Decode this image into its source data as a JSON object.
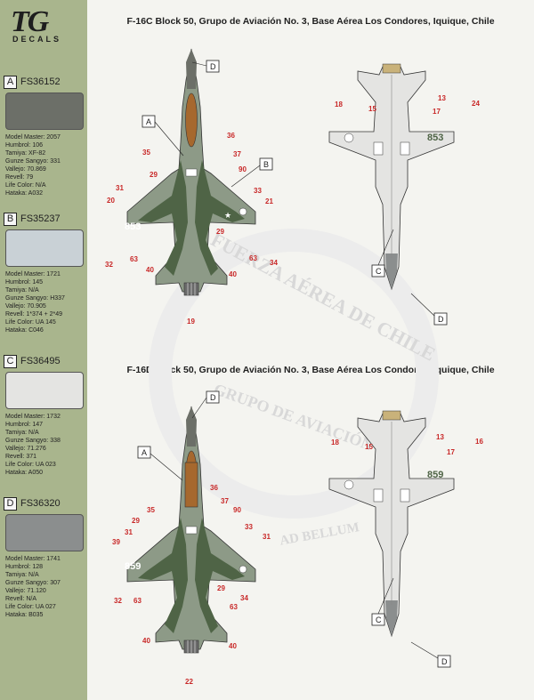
{
  "brand": {
    "logo": "TG",
    "sub": "DECALS"
  },
  "paints": [
    {
      "letter": "A",
      "code": "FS36152",
      "color": "#6c6f68",
      "equivalents": [
        "Model Master: 2057",
        "Humbrol: 106",
        "Tamiya: XF-82",
        "Gunze Sangyo: 331",
        "Vallejo: 70.869",
        "Revell: 79",
        "Life Color: N/A",
        "Hataka: A032"
      ]
    },
    {
      "letter": "B",
      "code": "FS35237",
      "color": "#c9d1d6",
      "equivalents": [
        "Model Master: 1721",
        "Humbrol: 145",
        "Tamiya: N/A",
        "Gunze Sangyo: H337",
        "Vallejo: 70.905",
        "Revell: 1*374 + 2*49",
        "Life Color: UA 145",
        "Hataka: C046"
      ]
    },
    {
      "letter": "C",
      "code": "FS36495",
      "color": "#e4e4e2",
      "equivalents": [
        "Model Master: 1732",
        "Humbrol: 147",
        "Tamiya: N/A",
        "Gunze Sangyo: 338",
        "Vallejo: 71.276",
        "Revell: 371",
        "Life Color: UA 023",
        "Hataka: A050"
      ]
    },
    {
      "letter": "D",
      "code": "FS36320",
      "color": "#8b8e8e",
      "equivalents": [
        "Model Master: 1741",
        "Humbrol: 128",
        "Tamiya: N/A",
        "Gunze Sangyo: 307",
        "Vallejo: 71.120",
        "Revell: N/A",
        "Life Color: UA 027",
        "Hataka: B035"
      ]
    }
  ],
  "titles": [
    "F-16C Block 50, Grupo de Aviación No. 3, Base Aérea Los Condores, Iquique, Chile",
    "F-16D Block 50, Grupo de Aviación No. 3, Base Aérea Los Condores, Iquique, Chile"
  ],
  "tail_number": "853",
  "tail_number_lower": "853",
  "tail_number_d": "859",
  "tail_number_d_lower": "859",
  "watermark": "FUERZA AÉREA DE CHILE",
  "watermark_2": "GRUPO DE AVIACIÓN",
  "watermark_3": "AD BELLUM",
  "colors": {
    "green_dark": "#4f6446",
    "green_light": "#8d9a87",
    "grey": "#9a9f9a",
    "canopy": "#a6682e",
    "sidebar": "#a9b58d",
    "red_num": "#c82828"
  }
}
